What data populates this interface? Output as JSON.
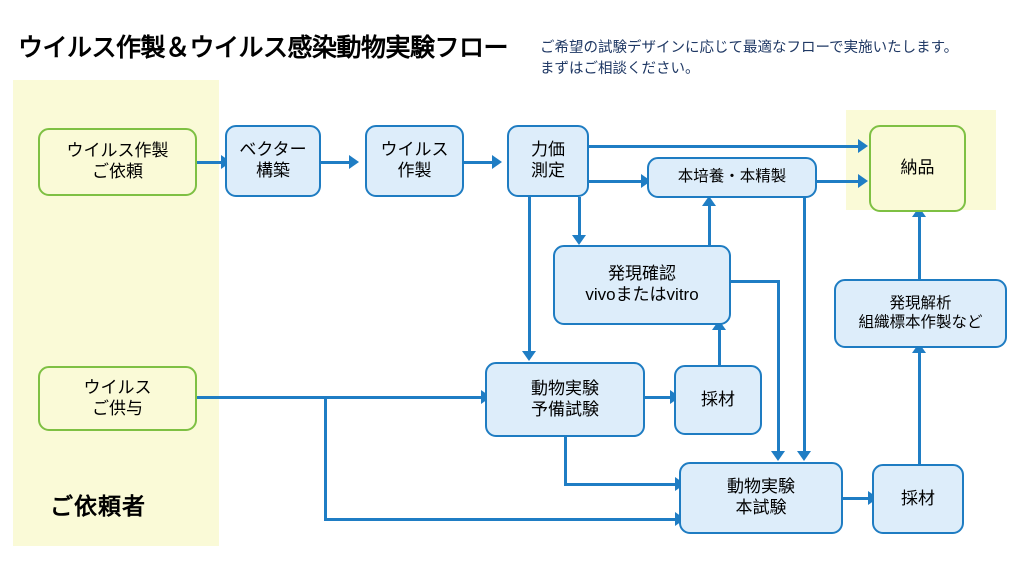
{
  "header": {
    "title": "ウイルス作製＆ウイルス感染動物実験フロー",
    "subtitle": "ご希望の試験デザインに応じて最適なフローで実施いたします。\nまずはご相談ください。"
  },
  "zones": {
    "client_label": "ご依頼者",
    "client_fill": "#FAFAD7",
    "delivery_fill": "#FAFAD7"
  },
  "colors": {
    "blue_border": "#1E7CC2",
    "blue_fill": "#DDEDFA",
    "green_border": "#7EC043",
    "green_fill": "#FAFAD7",
    "arrow": "#1F7DC4",
    "subtitle_text": "#1F3864"
  },
  "nodes": {
    "virus_request": "ウイルス作製\nご依頼",
    "vector_construction": "ベクター\n構築",
    "virus_production": "ウイルス\n作製",
    "titer_measurement": "力価\n測定",
    "main_culture": "本培養・本精製",
    "delivery": "納品",
    "expression_check": "発現確認\nvivoまたはvitro",
    "virus_supply": "ウイルス\nご供与",
    "animal_pilot": "動物実験\n予備試験",
    "sampling_pilot": "採材",
    "animal_main": "動物実験\n本試験",
    "sampling_main": "採材",
    "expression_analysis": "発現解析\n組織標本作製など"
  },
  "flow_edges": [
    {
      "from": "virus_request",
      "to": "vector_construction"
    },
    {
      "from": "vector_construction",
      "to": "virus_production"
    },
    {
      "from": "virus_production",
      "to": "titer_measurement"
    },
    {
      "from": "titer_measurement",
      "to": "delivery"
    },
    {
      "from": "titer_measurement",
      "to": "main_culture"
    },
    {
      "from": "titer_measurement",
      "to": "expression_check"
    },
    {
      "from": "titer_measurement",
      "to": "animal_pilot"
    },
    {
      "from": "main_culture",
      "to": "delivery"
    },
    {
      "from": "main_culture",
      "to": "animal_main"
    },
    {
      "from": "expression_check",
      "to": "main_culture"
    },
    {
      "from": "expression_check",
      "to": "animal_main"
    },
    {
      "from": "virus_supply",
      "to": "animal_pilot"
    },
    {
      "from": "virus_supply",
      "to": "animal_main"
    },
    {
      "from": "animal_pilot",
      "to": "sampling_pilot"
    },
    {
      "from": "animal_pilot",
      "to": "animal_main"
    },
    {
      "from": "sampling_pilot",
      "to": "expression_check"
    },
    {
      "from": "animal_main",
      "to": "sampling_main"
    },
    {
      "from": "sampling_main",
      "to": "expression_analysis"
    },
    {
      "from": "expression_analysis",
      "to": "delivery"
    }
  ]
}
